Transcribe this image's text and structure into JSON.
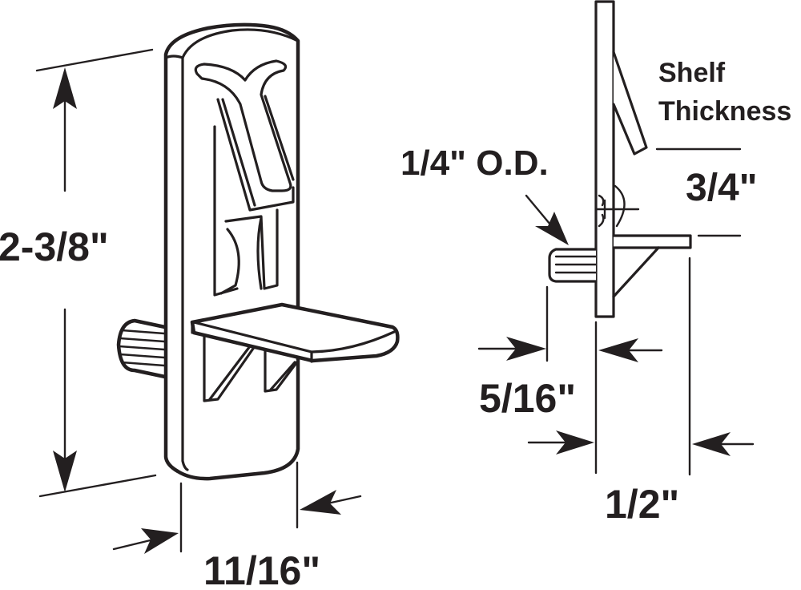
{
  "diagram": {
    "subject": "shelf-support-peg-dimensions",
    "colors": {
      "line": "#231f20",
      "background": "#ffffff"
    },
    "labels": {
      "height": "2-3/8\"",
      "width": "11/16\"",
      "pin_diameter": "1/4\" O.D.",
      "pin_length": "5/16\"",
      "shelf_depth": "1/2\"",
      "shelf_thickness_title_line1": "Shelf",
      "shelf_thickness_title_line2": "Thickness",
      "shelf_thickness_value": "3/4\""
    }
  }
}
